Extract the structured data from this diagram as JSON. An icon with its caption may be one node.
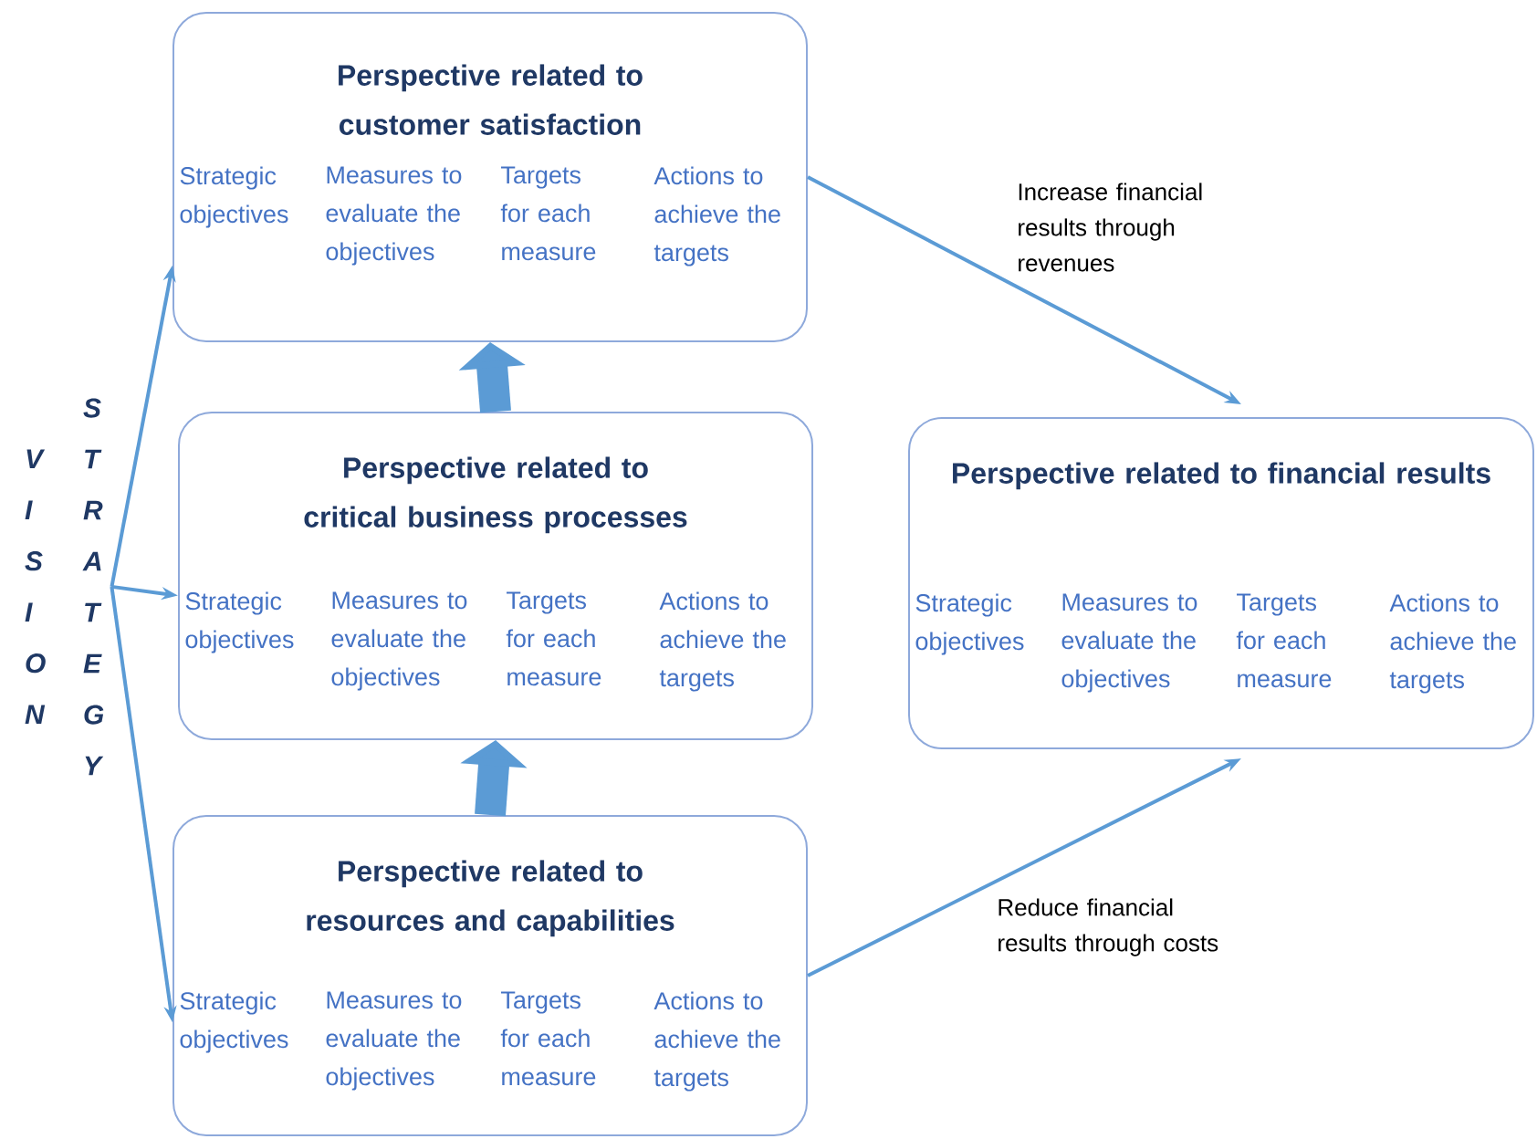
{
  "diagram": {
    "nodes": [
      {
        "text": [
          "Perspective related to customer satisfaction",
          "Strategic objectives",
          "Measures to evaluate the objectives",
          "Targets for each measure",
          "Actions to achieve the targets"
        ]
      },
      {
        "text": [
          "Perspective related to critical business processes",
          "Strategic objectives",
          "Measures to evaluate the objectives",
          "Targets for each measure",
          "Actions to achieve the targets"
        ]
      },
      {
        "text": [
          "Perspective related to resources and capabilities",
          "Strategic objectives",
          "Measures to evaluate the objectives",
          "Targets for each measure",
          "Actions to achieve the targets"
        ]
      },
      {
        "text": [
          "Perspective related to financial results",
          "Strategic objectives",
          "Measures to evaluate the objectives",
          "Targets for each measure",
          "Actions to achieve the targets"
        ]
      },
      {
        "text": [
          "STRATEGY"
        ]
      }
    ],
    "edges": [
      {
        "from": 4,
        "to": 0,
        "arrow": "to"
      },
      {
        "from": 4,
        "to": 1,
        "arrow": "to"
      },
      {
        "from": 4,
        "to": 2,
        "arrow": "to"
      },
      {
        "from": 2,
        "to": 1,
        "arrow": "to",
        "style": "thick"
      },
      {
        "from": 1,
        "to": 0,
        "arrow": "to",
        "style": "thick"
      },
      {
        "from": 0,
        "to": 3,
        "arrow": "to",
        "label": "Increase financial results through revenues"
      },
      {
        "from": 2,
        "to": 3,
        "arrow": "to",
        "label": "Reduce financial results through costs"
      }
    ],
    "labels": [
      "VISION"
    ]
  }
}
